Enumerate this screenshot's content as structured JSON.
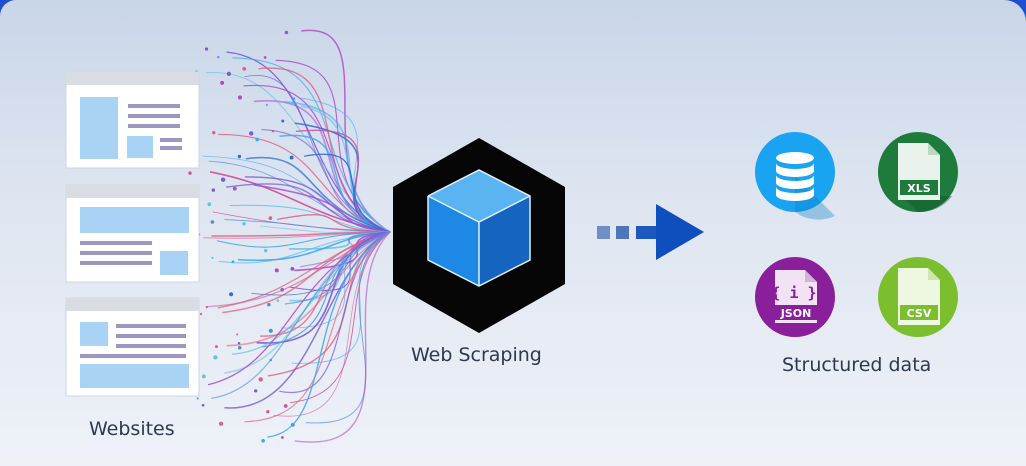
{
  "labels": {
    "websites": "Websites",
    "web_scraping": "Web Scraping",
    "structured_data": "Structured data"
  },
  "formats": {
    "database": "database-icon",
    "xls": "XLS",
    "json": "JSON",
    "json_glyph": "{ i }",
    "csv": "CSV"
  },
  "colors": {
    "page_bg": "#dfe6f1",
    "accent_blue": "#1a56c4",
    "cube_blue": "#1e88e5",
    "db_blue": "#1aa3f0",
    "xls_green": "#1e7b3c",
    "json_purple": "#8a1f9c",
    "csv_green": "#7cbf2e"
  }
}
